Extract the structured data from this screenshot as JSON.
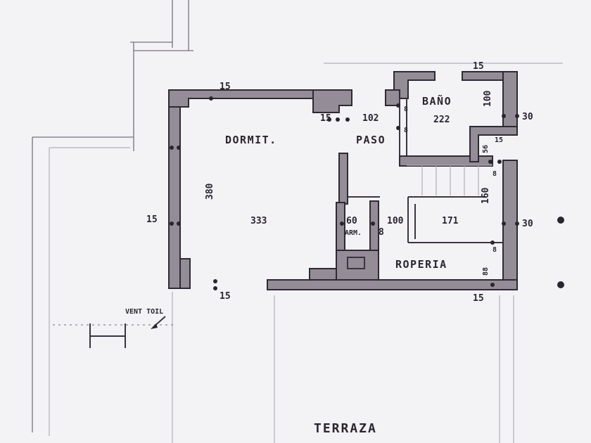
{
  "rooms": {
    "dormitorio": "DORMIT.",
    "bano": "BAÑO",
    "paso": "PASO",
    "roperia": "ROPERIA",
    "armario": "ARM.",
    "terraza": "TERRAZA"
  },
  "dimensions": {
    "top_wall": "15",
    "top_wall_mid": "15",
    "paso_width": "102",
    "bano_top": "15",
    "bano_width": "222",
    "bano_height": "100",
    "bano_right": "30",
    "bano_step": "15",
    "bano_vert": "56",
    "paso_wall_a": "8",
    "paso_wall_b": "8",
    "dormit_height": "380",
    "dormit_left_wall": "15",
    "dormit_width": "333",
    "dormit_bottom": "15",
    "arm_width": "60",
    "arm_wall": "8",
    "roperia_depth": "100",
    "roperia_width": "171",
    "roperia_height": "160",
    "right_wall": "30",
    "roperia_wall_a": "8",
    "roperia_wall_b": "8",
    "roperia_side": "88",
    "roperia_bottom": "15"
  },
  "notes": {
    "vent": "VENT TOIL"
  }
}
